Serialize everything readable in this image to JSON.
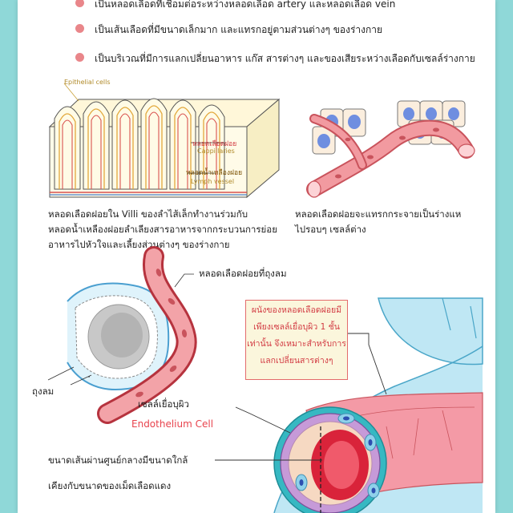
{
  "bullets": [
    "เป็นหลอดเลือดที่เชื่อมต่อระหว่างหลอดเลือด artery และหลอดเลือด vein",
    "เป็นเส้นเลือดที่มีขนาดเล็กมาก และแทรกอยู่ตามส่วนต่างๆ ของร่างกาย",
    "เป็นบริเวณที่มีการแลกเปลี่ยนอาหาร แก๊ส สารต่างๆ และของเสียระหว่างเลือดกับเซลล์ร่างกาย"
  ],
  "villi": {
    "epithelial_label": "Epithelial cells",
    "capillary_th": "หลอดเลือดฝอย",
    "capillary_en": "Cappillaries",
    "lymph_th": "หลอดน้ำเหลืองฝอย",
    "lymph_en": "Lymph vessel",
    "caption": [
      "หลอดเลือดฝอยใน  Villi  ของลำไส้เล็กทำงานร่วมกับ",
      "หลอดน้ำเหลืองฝอยลำเลียงสารอาหารจากกระบวนการย่อย",
      "อาหารไปหัวใจและเลี้ยงส่วนต่างๆ ของร่างกาย"
    ]
  },
  "tissue": {
    "caption": [
      "หลอดเลือดฝอยจะแทรกกระจายเป็นร่างแห",
      "ไปรอบๆ เซลล์ต่าง"
    ]
  },
  "alveolus": {
    "capillary_label": "หลอดเลือดฝอยที่ถุงลม",
    "sac_label": "ถุงลม"
  },
  "endothelium": {
    "label_th": "เซลล์เยื่อบุผิว",
    "label_en": "Endothelium Cell",
    "diameter_line1": "ขนาดเส้นผ่านศูนย์กลางมีขนาดใกล้",
    "diameter_line2": "เคียงกับขนาดของเม็ดเลือดแดง"
  },
  "note": [
    "ผนังของหลอดเลือดฝอยมี",
    "เพียงเซลล์เยื่อบุผิว 1 ชั้น",
    "เท่านั้น จึงเหมาะสำหรับการ",
    "แลกเปลี่ยนสารต่างๆ"
  ],
  "colors": {
    "background": "#8fd8d8",
    "bullet": "#e9868a",
    "vessel": "#e8757e",
    "accent_red": "#e8434d",
    "cell_blue": "#9fd9ef"
  }
}
